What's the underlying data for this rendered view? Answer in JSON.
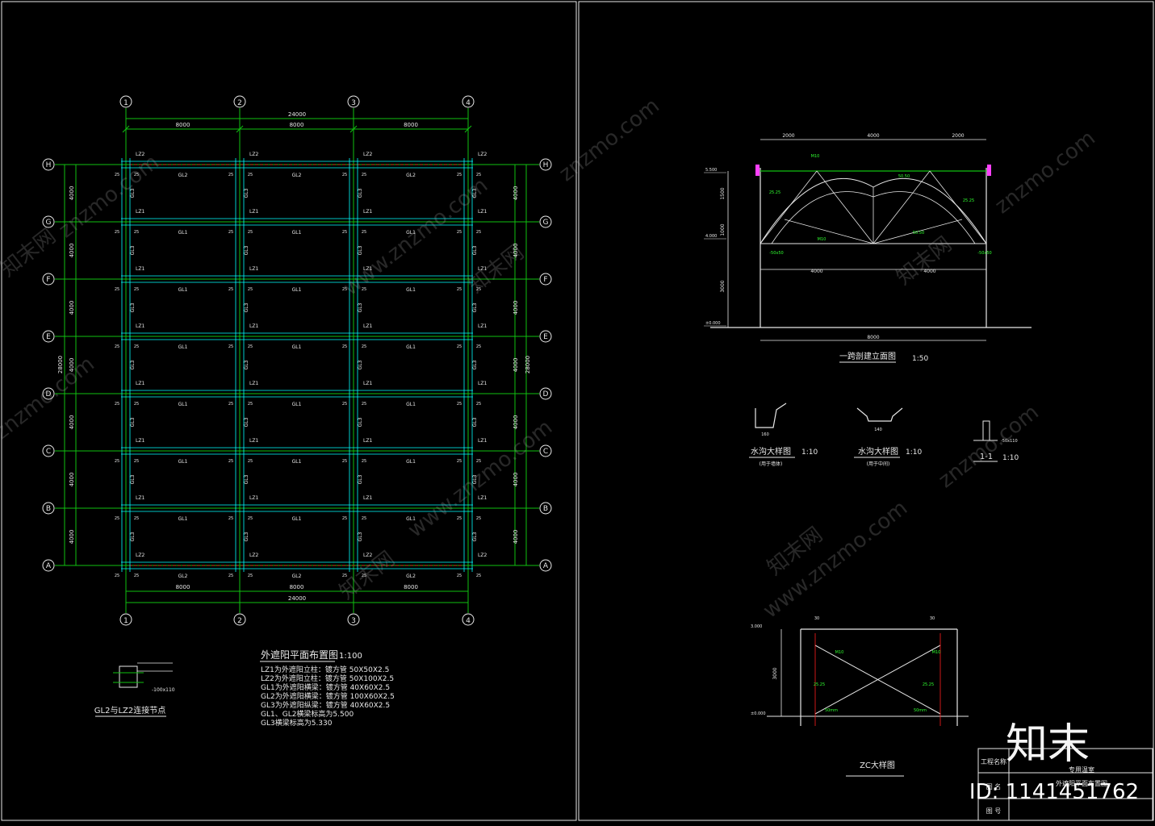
{
  "plan": {
    "axes_x": [
      "1",
      "2",
      "3",
      "4"
    ],
    "axes_y": [
      "H",
      "G",
      "F",
      "E",
      "D",
      "C",
      "B",
      "A"
    ],
    "overall_width": "24000",
    "bay_widths": [
      "8000",
      "8000",
      "8000"
    ],
    "bay_heights": [
      "4000",
      "4000",
      "4000",
      "4000",
      "4000",
      "4000",
      "4000"
    ],
    "overall_height": "28000",
    "edge_column": "LZ2",
    "inner_column": "LZ1",
    "edge_beam": "GL2",
    "inner_beam": "GL1",
    "side_beam": "GL3",
    "dim_25": "25",
    "title": "外遮阳平面布置图",
    "scale": "1:100",
    "notes": [
      "LZ1为外遮阳立柱：镀方管 50X50X2.5",
      "LZ2为外遮阳立柱：镀方管 50X100X2.5",
      "GL1为外遮阳横梁：镀方管 40X60X2.5",
      "GL2为外遮阳横梁：镀方管 100X60X2.5",
      "GL3为外遮阳纵梁：镀方管 40X60X2.5",
      "GL1、GL2横梁标高为5.500",
      "GL3横梁标高为5.330"
    ]
  },
  "connection_detail": {
    "title": "GL2与LZ2连接节点",
    "label": "-100x110"
  },
  "elevation": {
    "title": "一跨剖建立面图",
    "scale": "1:50",
    "top_dims": [
      "2000",
      "4000",
      "2000"
    ],
    "mid_dims": [
      "4000",
      "4000"
    ],
    "total_dim": "8000",
    "side_dims": [
      "1500",
      "1000",
      "3000"
    ],
    "levels": [
      "5.500",
      "4.000",
      "±0.000"
    ],
    "small_labels": [
      "M10",
      "50.50",
      "25.25",
      "-50x50"
    ]
  },
  "gutter_details": [
    {
      "title": "水沟大样图",
      "scale": "1:10",
      "sub": "(用于墙体)",
      "dim": "160"
    },
    {
      "title": "水沟大样图",
      "scale": "1:10",
      "sub": "(用于中间)",
      "dim": "140"
    }
  ],
  "section_11": {
    "title": "1-1",
    "scale": "1:10",
    "label": "-50x110"
  },
  "zc_detail": {
    "title": "ZC大样图",
    "height_dim": "3000",
    "levels": [
      "3.000",
      "±0.000"
    ],
    "dims_top": [
      "30",
      "30"
    ],
    "labels": [
      "M10",
      "25.25",
      "50mm"
    ]
  },
  "title_block": {
    "project_label": "工程名称",
    "project_name": "专用温室",
    "drawing_name": "外遮阳平面布置图",
    "row2_label": "图 名",
    "row3_label": "图 号"
  },
  "watermark": {
    "site": "znzmo.com",
    "www": "www.znzmo.com",
    "logo_text": "知末网",
    "brand": "知末",
    "id": "ID: 1141451762"
  },
  "colors": {
    "green": "#10c010",
    "bright_green": "#30ff30",
    "cyan": "#00ffff",
    "white": "#e8e8e8",
    "red": "#ff2020",
    "magenta": "#ff40ff",
    "bg": "#000000"
  }
}
